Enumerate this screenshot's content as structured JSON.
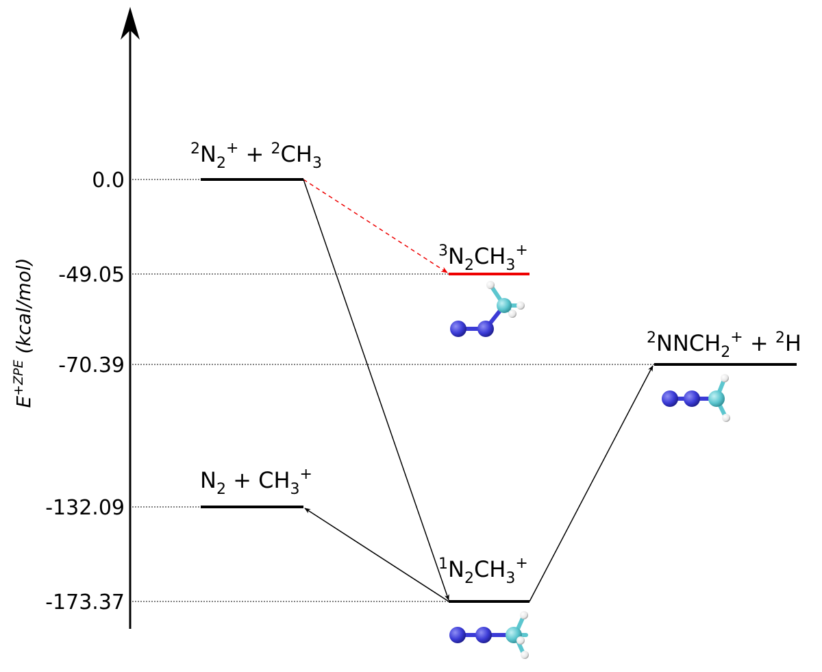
{
  "axis": {
    "label_main": "E",
    "label_sup": "+ZPE",
    "label_unit": " (kcal/mol)"
  },
  "levels": [
    {
      "value": "0.0"
    },
    {
      "value": "-49.05"
    },
    {
      "value": "-70.39"
    },
    {
      "value": "-132.09"
    },
    {
      "value": "-173.37"
    }
  ],
  "states": {
    "reactants": {
      "p1": "2",
      "p2": "N",
      "p3": "2",
      "p4": "+",
      "p5": " + ",
      "p6": "2",
      "p7": "CH",
      "p8": "3"
    },
    "triplet": {
      "p1": "3",
      "p2": "N",
      "p3": "2",
      "p4": "CH",
      "p5": "3",
      "p6": "+"
    },
    "products_h": {
      "p1": "2",
      "p2": "NNCH",
      "p3": "2",
      "p4": "+",
      "p5": " + ",
      "p6": "2",
      "p7": "H"
    },
    "products_n2": {
      "p1": "N",
      "p2": "2",
      "p3": " + CH",
      "p4": "3",
      "p5": "+"
    },
    "singlet": {
      "p1": "1",
      "p2": "N",
      "p3": "2",
      "p4": "CH",
      "p5": "3",
      "p6": "+"
    }
  },
  "colors": {
    "level": "#000000",
    "triplet_level": "#ee0000",
    "spin_arrow": "#ee0000",
    "nitrogen": "#3b3bd6",
    "carbon": "#5cc6cf",
    "hydrogen": "#e6e6e6"
  }
}
